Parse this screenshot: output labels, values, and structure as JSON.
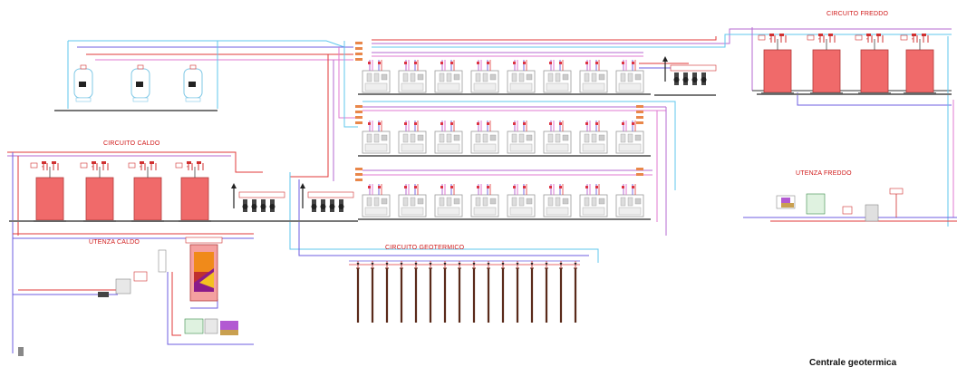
{
  "labels": {
    "circuito_freddo": "CIRCUITO FREDDO",
    "circuito_caldo": "CIRCUITO CALDO",
    "utenza_freddo": "UTENZA FREDDO",
    "utenza_caldo": "UTENZA CALDO",
    "circuito_geotermico": "CIRCUITO GEOTERMICO",
    "caption": "Centrale geotermica"
  },
  "colors": {
    "hot_pipe": "#e23a3a",
    "cold_pipe": "#6d5ce0",
    "light_pipe": "#5fc7ee",
    "violet_pipe": "#b46ad2",
    "pink_pipe": "#e07ad0",
    "equipment": "#ef6a6a",
    "label": "#d01818"
  }
}
